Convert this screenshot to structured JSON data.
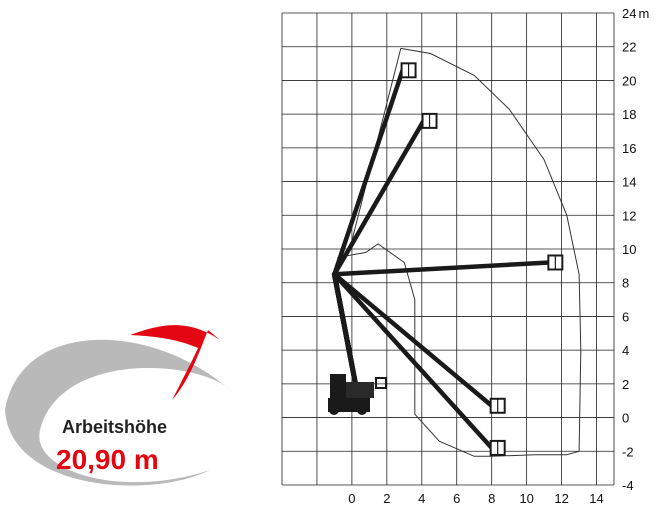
{
  "badge": {
    "label": "Arbeitshöhe",
    "value": "20,90 m",
    "label_color": "#222222",
    "value_color": "#e30613",
    "arrow_color": "#e30613",
    "swoosh_color": "#b9b9b9"
  },
  "chart_data": {
    "type": "diagram",
    "x_ticks": [
      0,
      2,
      4,
      6,
      8,
      10,
      12,
      14
    ],
    "y_ticks": [
      -4,
      -2,
      0,
      2,
      4,
      6,
      8,
      10,
      12,
      14,
      16,
      18,
      20,
      22,
      24
    ],
    "y_unit": "m",
    "xlim": [
      -4,
      15
    ],
    "ylim": [
      -4,
      24
    ],
    "grid": true,
    "envelope": [
      [
        2.8,
        21.9
      ],
      [
        4.5,
        21.6
      ],
      [
        7,
        20.3
      ],
      [
        9,
        18.3
      ],
      [
        11,
        15.3
      ],
      [
        12.3,
        12
      ],
      [
        13,
        8.5
      ],
      [
        13.1,
        4
      ],
      [
        13,
        -2
      ],
      [
        12.3,
        -2.2
      ],
      [
        10.5,
        -2.2
      ],
      [
        8,
        -2.3
      ],
      [
        7,
        -2.3
      ],
      [
        5,
        -1.4
      ],
      [
        3.6,
        0.2
      ],
      [
        3.6,
        7
      ],
      [
        3,
        9.2
      ],
      [
        1.5,
        10.3
      ],
      [
        0.8,
        9.8
      ],
      [
        -0.8,
        9.5
      ],
      [
        -0.8,
        8.8
      ],
      [
        0,
        10.5
      ],
      [
        2.8,
        21.9
      ]
    ],
    "boom_positions": [
      {
        "pivot": [
          -1,
          8.5
        ],
        "tip": [
          2.9,
          20.6
        ]
      },
      {
        "pivot": [
          -1,
          8.5
        ],
        "tip": [
          4.1,
          17.6
        ]
      },
      {
        "pivot": [
          -1,
          8.5
        ],
        "tip": [
          11.3,
          9.2
        ]
      },
      {
        "pivot": [
          -1,
          8.5
        ],
        "tip": [
          8,
          0.7
        ]
      },
      {
        "pivot": [
          -1,
          8.5
        ],
        "tip": [
          8,
          -1.8
        ]
      }
    ]
  }
}
